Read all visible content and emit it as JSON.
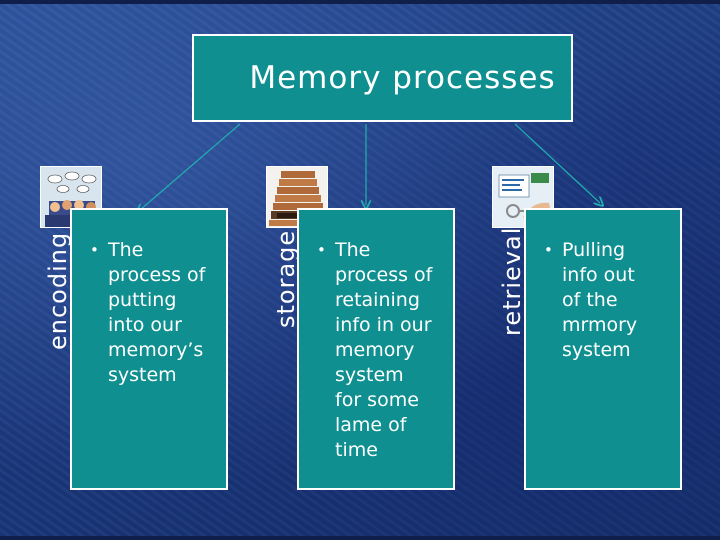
{
  "title": "Memory processes",
  "processes": [
    {
      "label": "encoding",
      "lines": [
        "The",
        "process of",
        "putting",
        "into our",
        "memory’s",
        "system"
      ],
      "image_icon": "people-puzzle-icon"
    },
    {
      "label": "storage",
      "lines": [
        "The",
        "process of",
        "retaining",
        "info in our",
        "memory",
        "system",
        "for some",
        "lame of",
        "time"
      ],
      "image_icon": "staircase-drawer-icon"
    },
    {
      "label": "retrieval",
      "lines": [
        "Pulling",
        "info out",
        "of the",
        "mrmory",
        "system"
      ],
      "image_icon": "hand-key-icon"
    }
  ],
  "colors": {
    "box_fill": "#0f8f8f",
    "box_border": "#ffffff",
    "background": "#1c3a80"
  }
}
